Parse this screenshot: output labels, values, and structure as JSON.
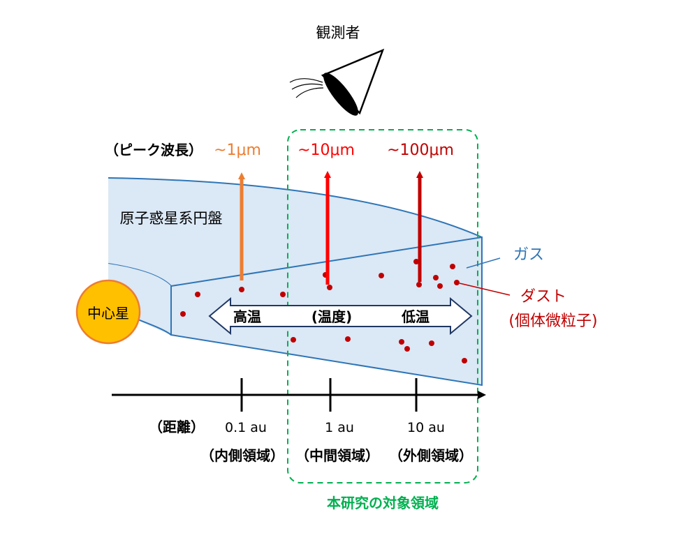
{
  "observer": {
    "label": "観測者"
  },
  "peak_wavelength": {
    "label": "（ピーク波長）",
    "inner": "~1μm",
    "middle": "~10μm",
    "outer": "~100μm"
  },
  "disk": {
    "label": "原子惑星系円盤",
    "gas_label": "ガス",
    "dust_label": "ダスト",
    "dust_sub_label": "(個体微粒子)"
  },
  "star": {
    "label": "中心星"
  },
  "temperature": {
    "hot": "高温",
    "axis": "(温度)",
    "cold": "低温"
  },
  "distance": {
    "label": "（距離）",
    "ticks": [
      "0.1 au",
      "1 au",
      "10 au"
    ],
    "regions": [
      "（内側領域）",
      "（中間領域）",
      "（外側領域）"
    ]
  },
  "study": {
    "label": "本研究の対象領域"
  },
  "colors": {
    "gas": "#2e75b6",
    "disk_fill": "#dbe8f5",
    "dust": "#c00000",
    "arrow_inner": "#ed7d31",
    "arrow_middle": "#ff0000",
    "arrow_outer": "#c00000",
    "star_fill": "#ffc000",
    "star_stroke": "#ed7d31",
    "study_box": "#00b050"
  }
}
